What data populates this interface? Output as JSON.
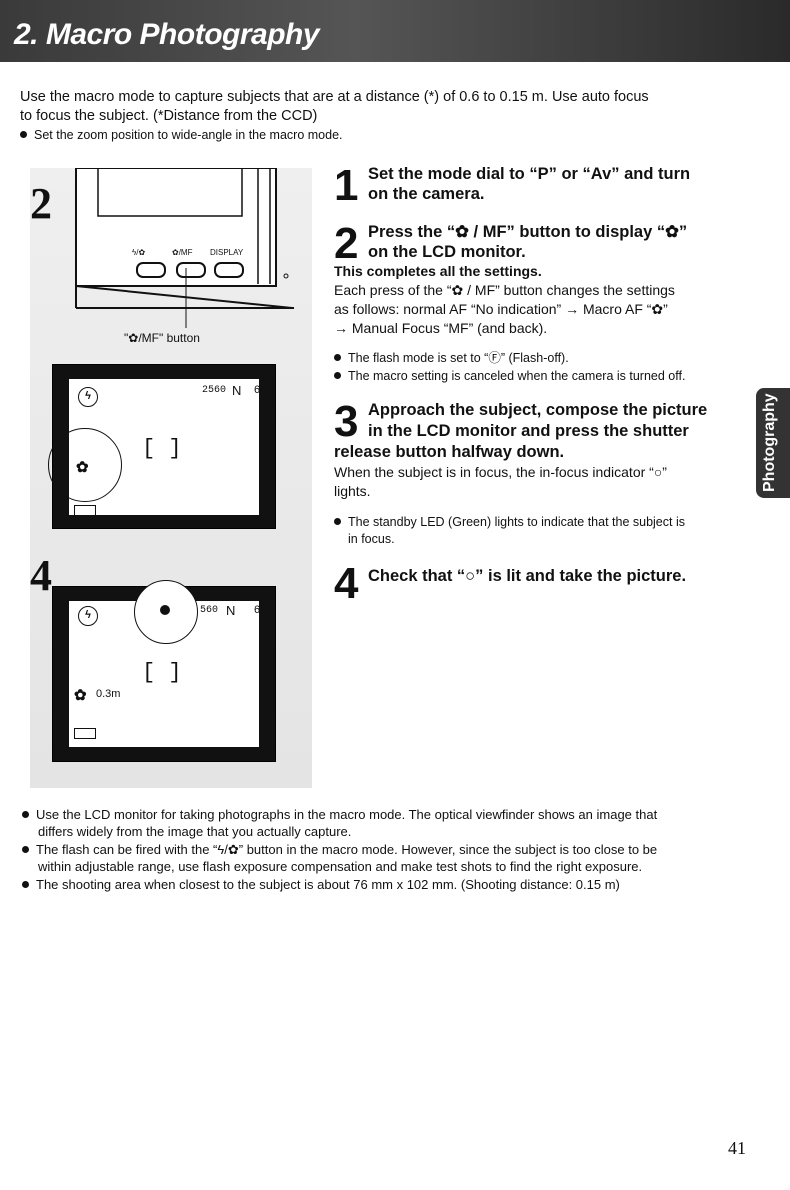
{
  "header": {
    "title": "2. Macro Photography"
  },
  "intro": {
    "line1": "Use the macro mode to capture subjects that are at a distance (*) of 0.6 to 0.15 m. Use auto focus",
    "line2": "to focus the subject. (*Distance from the CCD)",
    "bullet": "Set the zoom position to wide-angle in the macro mode."
  },
  "figures": {
    "step2_number": "2",
    "step4_number": "4",
    "buttons_top": {
      "flash": "ϟ/✿",
      "macro_mf": "✿/MF",
      "display": "DISPLAY"
    },
    "callout": "\"✿/MF\" button",
    "lcd1": {
      "counter": "2560",
      "quality": "N",
      "frames": "6",
      "focus_brackets": "[  ]"
    },
    "lcd2": {
      "counter": "560",
      "quality": "N",
      "frames": "6",
      "focus_brackets": "[  ]",
      "distance": "0.3m"
    }
  },
  "steps": [
    {
      "number": "1",
      "heading_l1": "Set the mode dial to “P” or “Av” and turn",
      "heading_l2": "on the camera."
    },
    {
      "number": "2",
      "heading_l1": "Press the “✿ / MF” button to display “✿”",
      "heading_l2": "on the LCD monitor.",
      "sub": "This completes all the settings.",
      "body1": "Each press of the “✿ / MF” button changes the settings",
      "body2": "as follows: normal AF “No indication” → Macro AF “✿”",
      "body3": "→ Manual Focus “MF” (and back).",
      "note1": "The flash mode is set to “Ⓕ” (Flash-off).",
      "note2": "The macro setting is canceled when the camera is turned off."
    },
    {
      "number": "3",
      "heading_l1": "Approach the subject, compose the picture",
      "heading_l2": "in the LCD monitor and press the shutter",
      "heading_l3": "release button halfway down.",
      "body1": "When the subject is in focus, the in-focus indicator “○”",
      "body2": "lights.",
      "note1": "The standby LED (Green) lights to indicate that the subject is",
      "note2": "in focus."
    },
    {
      "number": "4",
      "heading_l1": "Check that “○” is lit and take the picture."
    }
  ],
  "side_tab": {
    "label": "Photography"
  },
  "bottom_notes": [
    {
      "l1": "Use the LCD monitor for taking photographs in the macro mode. The optical viewfinder shows an image that",
      "l2": "differs widely from the image that you actually capture."
    },
    {
      "l1": "The flash can be fired with the “ϟ/✿” button in the macro mode. However, since the subject is too close to be",
      "l2": "within adjustable range, use flash exposure compensation and make test shots to find the right exposure."
    },
    {
      "l1": "The shooting area when closest to the subject is about 76 mm x 102 mm. (Shooting distance: 0.15 m)",
      "l2": ""
    }
  ],
  "page_number": "41"
}
